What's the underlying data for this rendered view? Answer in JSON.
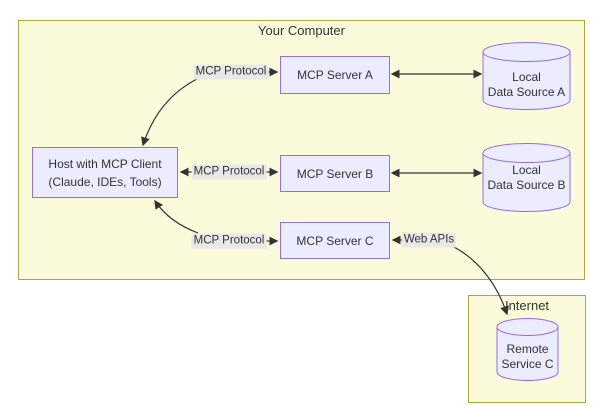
{
  "groups": {
    "your_computer": "Your Computer",
    "internet": "Internet"
  },
  "nodes": {
    "host": {
      "line1": "Host with MCP Client",
      "line2": "(Claude, IDEs, Tools)"
    },
    "server_a": "MCP Server A",
    "server_b": "MCP Server B",
    "server_c": "MCP Server C",
    "data_source_a": {
      "line1": "Local",
      "line2": "Data Source A"
    },
    "data_source_b": {
      "line1": "Local",
      "line2": "Data Source B"
    },
    "remote_service_c": {
      "line1": "Remote",
      "line2": "Service C"
    }
  },
  "edge_labels": {
    "host_server_a": "MCP Protocol",
    "host_server_b": "MCP Protocol",
    "host_server_c": "MCP Protocol",
    "server_c_remote": "Web APIs"
  },
  "colors": {
    "group_fill": "#fbfbdc",
    "group_border": "#a9a93a",
    "node_fill": "#ececff",
    "node_border": "#9370db",
    "edge_label_bg": "#e8e8e8",
    "arrow": "#333333",
    "text": "#333333",
    "page_bg": "#ffffff"
  }
}
